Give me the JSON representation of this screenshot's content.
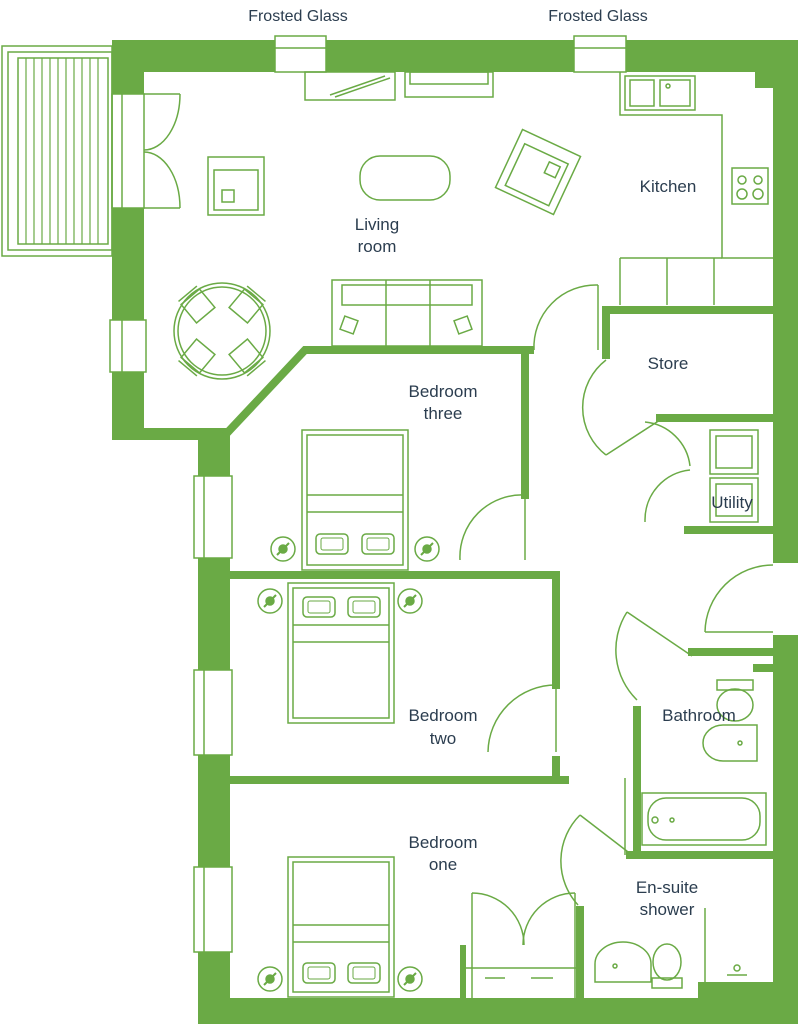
{
  "labels": {
    "frosted_glass_left": "Frosted Glass",
    "frosted_glass_right": "Frosted Glass",
    "kitchen": "Kitchen",
    "living_line1": "Living",
    "living_line2": "room",
    "store": "Store",
    "utility": "Utility",
    "bedroom_three_line1": "Bedroom",
    "bedroom_three_line2": "three",
    "bedroom_two_line1": "Bedroom",
    "bedroom_two_line2": "two",
    "bathroom": "Bathroom",
    "bedroom_one_line1": "Bedroom",
    "bedroom_one_line2": "one",
    "ensuite_line1": "En-suite",
    "ensuite_line2": "shower"
  },
  "colors": {
    "wall": "#6aaa45",
    "line": "#6aaa45",
    "text": "#2b3d4f",
    "background": "#ffffff"
  }
}
